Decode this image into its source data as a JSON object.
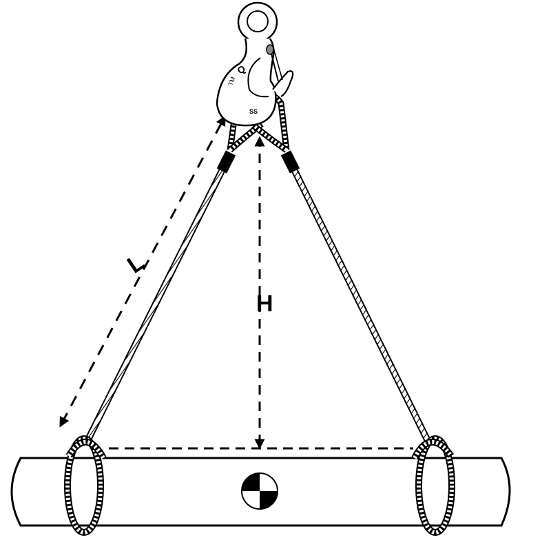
{
  "diagram": {
    "title": "Two-leg sling lift of a cylindrical load",
    "labels": {
      "sling_length": "L",
      "height": "H"
    },
    "hook_markings": [
      "TM",
      "Q",
      "SS"
    ],
    "colors": {
      "ink": "#000000",
      "background": "#ffffff",
      "rope_fill": "#ffffff"
    },
    "components": [
      {
        "name": "eye-hook",
        "description": "Lifting hook with eye and safety latch"
      },
      {
        "name": "left-sling-leg",
        "description": "Wire rope sling leg with black ferrule"
      },
      {
        "name": "right-sling-leg",
        "description": "Wire rope sling leg with black ferrule"
      },
      {
        "name": "cylindrical-load",
        "description": "Horizontal pipe / cylinder load"
      },
      {
        "name": "center-of-gravity",
        "description": "Center of gravity symbol"
      },
      {
        "name": "sling-length-dimension",
        "description": "Dashed arrow along left leg labelled L"
      },
      {
        "name": "height-dimension",
        "description": "Vertical dashed arrow from load to hook labelled H"
      },
      {
        "name": "horizontal-reference-line",
        "description": "Dashed line between choke points"
      }
    ]
  }
}
